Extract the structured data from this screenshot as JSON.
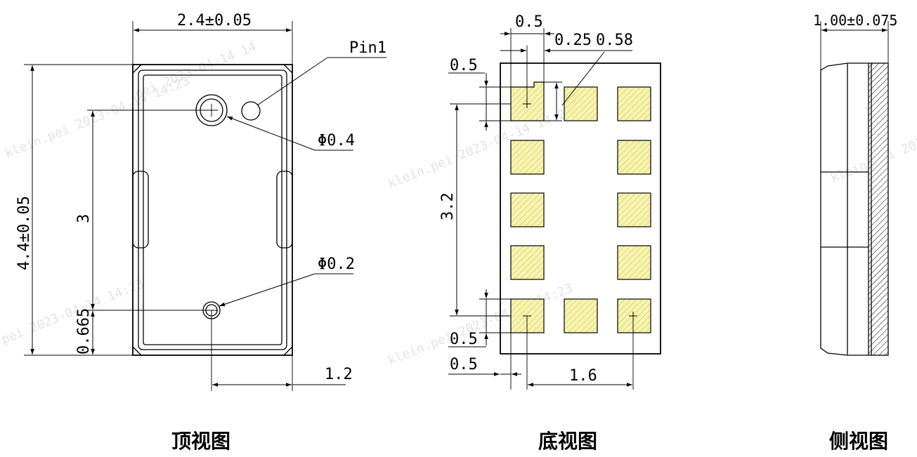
{
  "watermark": {
    "text_a": "klein.pei 2023-04-14 14:23",
    "text_b": "pei 2023-04-14 14:23",
    "text_c": "klein.pei 2023-04-14 14:23",
    "text_d": "klein.pei 2023-04-14 14:23",
    "text_e": "klein.pei 2023-04-14 14:23",
    "text_f": "pei 2023-04-14 14"
  },
  "top_view": {
    "title": "顶视图",
    "width_label": "2.4±0.05",
    "height_label": "4.4±0.05",
    "pin1_label": "Pin1",
    "hole_large_label": "Φ0.4",
    "hole_small_label": "Φ0.2",
    "hole_spacing_label": "3",
    "hole_offset_label": "0.665",
    "hole_x_label": "1.2"
  },
  "bottom_view": {
    "title": "底视图",
    "pad_width_label": "0.5",
    "notch_label": "0.25",
    "notch_depth_label": "0.58",
    "pad_height_top_label": "0.5",
    "pitch_y_label": "3.2",
    "pad_height_bottom_label": "0.5",
    "margin_label": "0.5",
    "pitch_x_label": "1.6",
    "pad_fill_color": "#f6f3b4",
    "hatch_color": "#d9cf45"
  },
  "side_view": {
    "title": "侧视图",
    "thickness_label": "1.00±0.075"
  }
}
